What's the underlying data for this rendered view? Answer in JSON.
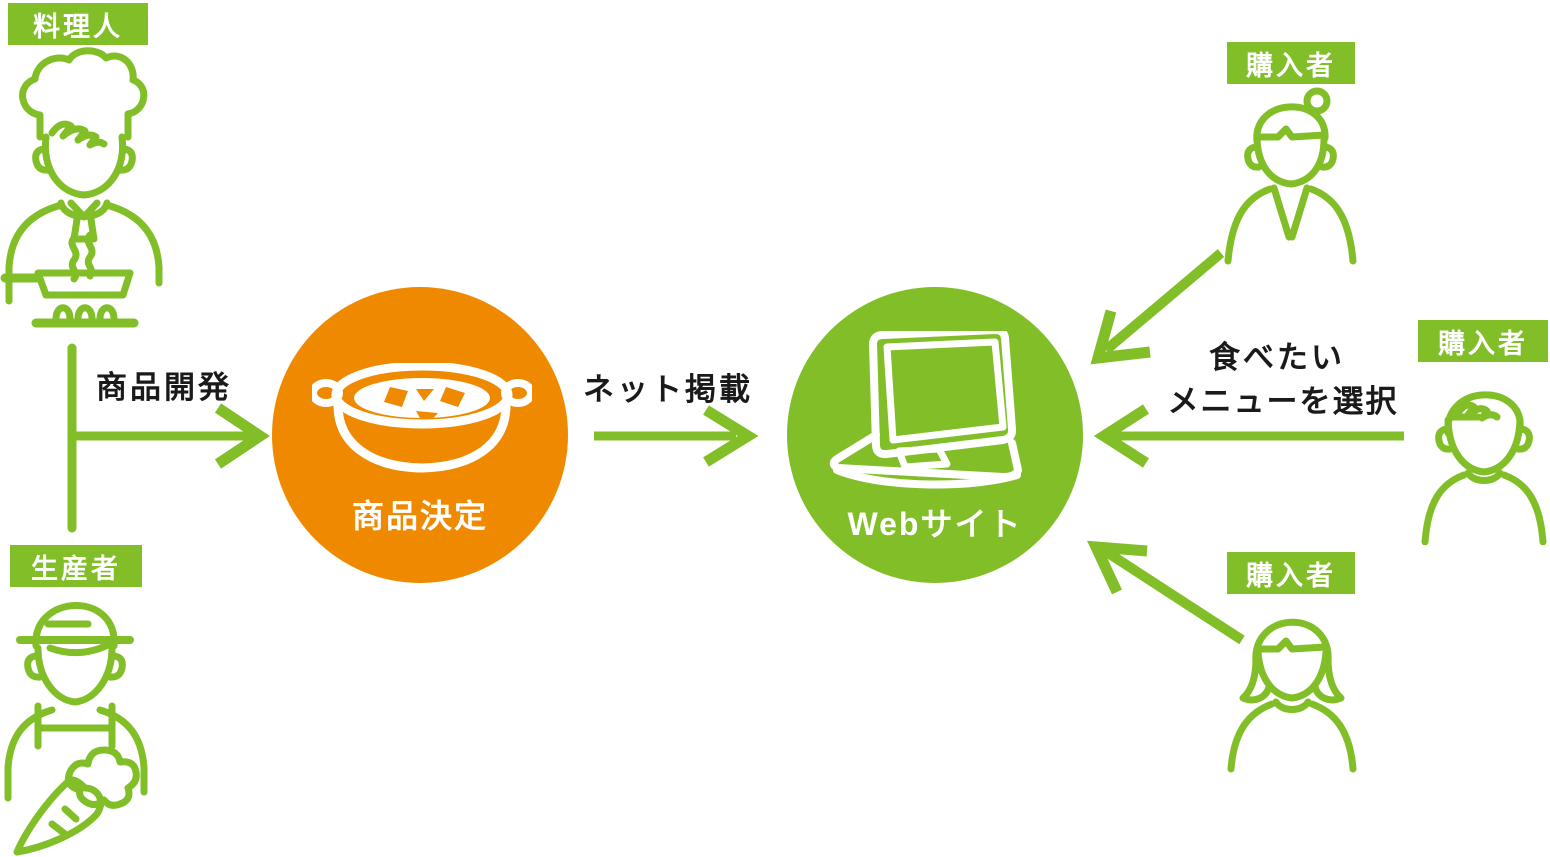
{
  "colors": {
    "green": "#82BE28",
    "orange": "#EF8A00",
    "label_text": "#1A1A1A",
    "badge_text": "#FFFFFF"
  },
  "badges": {
    "chef": "料理人",
    "producer": "生産者",
    "buyer_top": "購入者",
    "buyer_middle": "購入者",
    "buyer_bottom": "購入者"
  },
  "nodes": {
    "product_decision": {
      "label": "商品決定",
      "icon": "pot-icon",
      "color": "#EF8A00"
    },
    "website": {
      "label": "Webサイト",
      "icon": "laptop-icon",
      "color": "#82BE28"
    }
  },
  "flows": {
    "product_development": {
      "label": "商品開発"
    },
    "net_posting": {
      "label": "ネット掲載"
    },
    "menu_selection": {
      "line1": "食べたい",
      "line2": "メニューを選択"
    }
  },
  "icons": {
    "chef": "chef-icon",
    "producer": "farmer-carrot-icon",
    "buyer_top": "woman-bun-icon",
    "buyer_middle": "man-icon",
    "buyer_bottom": "woman-bob-icon"
  }
}
